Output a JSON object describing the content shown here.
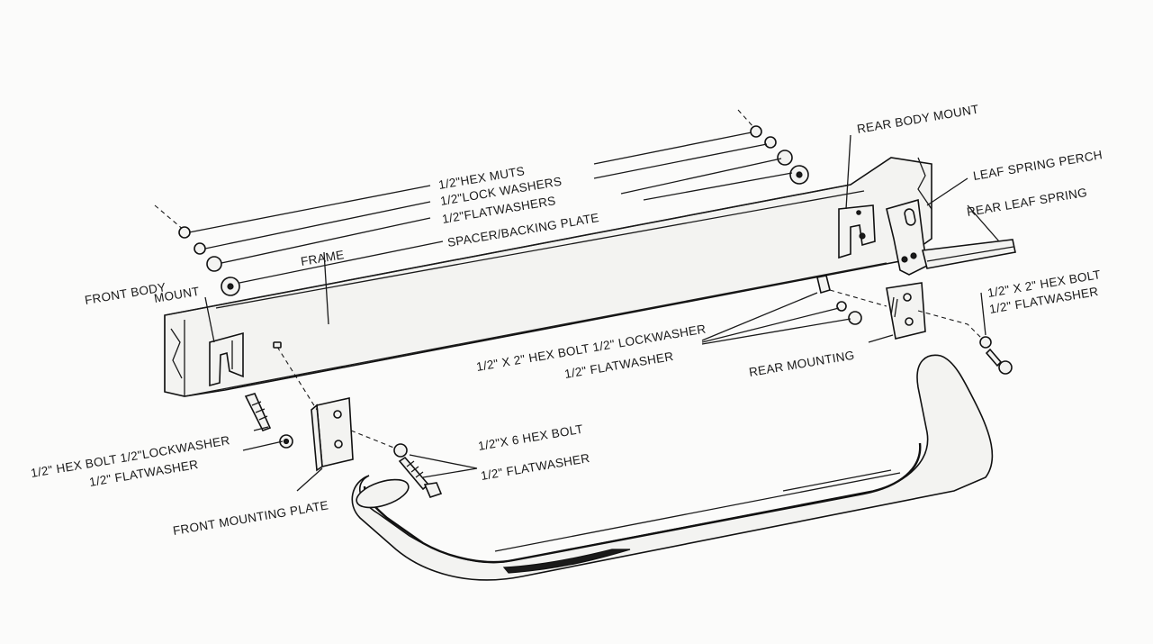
{
  "labels": {
    "hex_nuts": "1/2\"HEX MUTS",
    "lock_washers": "1/2\"LOCK WASHERS",
    "flatwashers": "1/2\"FLATWASHERS",
    "spacer_plate": "SPACER/BACKING PLATE",
    "frame": "FRAME",
    "front_body_mount_1": "FRONT BODY",
    "front_body_mount_2": "MOUNT",
    "rear_body_mount": "REAR BODY MOUNT",
    "leaf_spring_perch": "LEAF SPRING PERCH",
    "rear_leaf_spring": "REAR LEAF SPRING",
    "rear_bolt_1": "1/2\" X 2\" HEX BOLT",
    "rear_bolt_2": "1/2\" FLATWASHER",
    "mid_bolt_1": "1/2\" X 2\" HEX BOLT 1/2\" LOCKWASHER",
    "mid_bolt_2": "1/2\" FLATWASHER",
    "rear_mounting": "REAR MOUNTING",
    "front_bolt_1": "1/2\" HEX BOLT 1/2\"LOCKWASHER",
    "front_bolt_2": "1/2\" FLATWASHER",
    "six_bolt_1": "1/2\"X 6 HEX BOLT",
    "six_bolt_2": "1/2\" FLATWASHER",
    "front_mounting_plate": "FRONT MOUNTING PLATE"
  }
}
